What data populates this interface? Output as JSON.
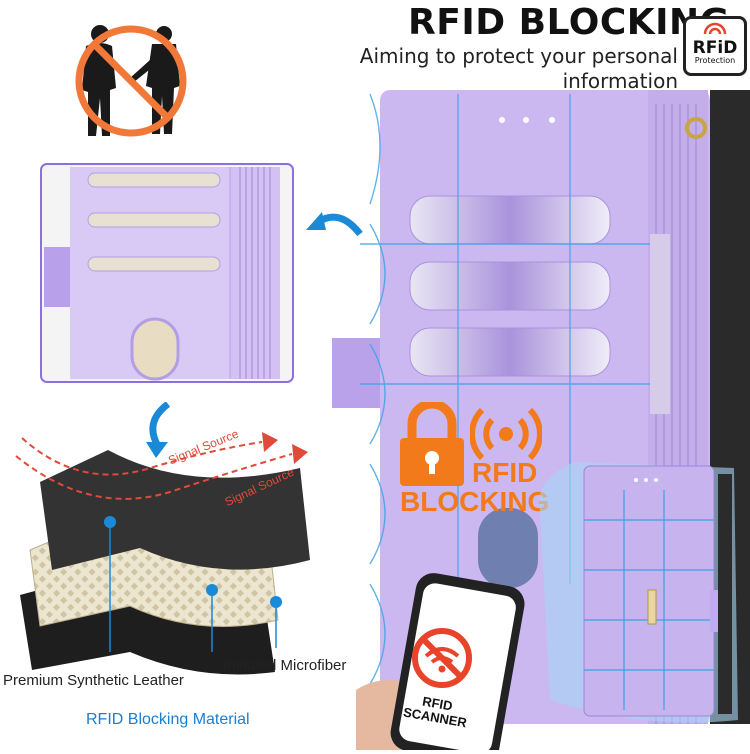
{
  "header": {
    "title": "RFID BLOCKING",
    "subtitle_line1": "Aiming to protect your personal information",
    "subtitle_line2": "from being stolen"
  },
  "badge": {
    "line1": "RFiD",
    "line2": "Protection"
  },
  "lock_overlay": {
    "line1": "RFID",
    "line2": "BLOCKING"
  },
  "layers": {
    "signal_label_1": "Signal Source",
    "signal_label_2": "Signal Source",
    "label_leather": "Premium Synthetic Leather",
    "label_microfiber": "Imitated Microfiber",
    "label_material": "RFID Blocking Material"
  },
  "phone": {
    "line1": "RFID",
    "line2": "SCANNER"
  },
  "colors": {
    "wallet_purple": "#c9b6ef",
    "accent_orange": "#f27a1a",
    "accent_blue": "#1a8ad6",
    "forbid_red": "#e8442a"
  },
  "icons": [
    "thief-forbidden-icon",
    "rfid-badge-icon",
    "padlock-icon",
    "wireless-signal-icon",
    "no-wifi-icon",
    "curved-arrow-icon"
  ]
}
